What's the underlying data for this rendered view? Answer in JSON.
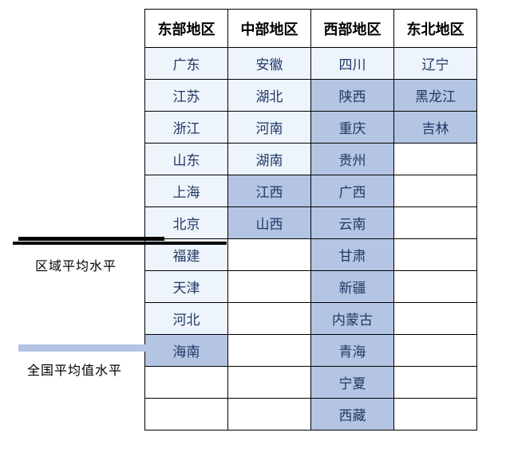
{
  "table": {
    "headers": [
      "东部地区",
      "中部地区",
      "西部地区",
      "东北地区"
    ],
    "columns": [
      {
        "name": "east",
        "header": "东部地区",
        "cells": [
          {
            "label": "广东",
            "shade": "light",
            "cut_above": false
          },
          {
            "label": "江苏",
            "shade": "light",
            "cut_above": false
          },
          {
            "label": "浙江",
            "shade": "light",
            "cut_above": false
          },
          {
            "label": "山东",
            "shade": "light",
            "cut_above": false
          },
          {
            "label": "上海",
            "shade": "light",
            "cut_above": false
          },
          {
            "label": "北京",
            "shade": "light",
            "cut_above": false
          },
          {
            "label": "福建",
            "shade": "light",
            "cut_above": true
          },
          {
            "label": "天津",
            "shade": "light",
            "cut_above": false
          },
          {
            "label": "河北",
            "shade": "light",
            "cut_above": false
          },
          {
            "label": "海南",
            "shade": "shade",
            "cut_above": false
          }
        ]
      },
      {
        "name": "central",
        "header": "中部地区",
        "cells": [
          {
            "label": "安徽",
            "shade": "light",
            "cut_above": false
          },
          {
            "label": "湖北",
            "shade": "light",
            "cut_above": false
          },
          {
            "label": "河南",
            "shade": "light",
            "cut_above": false
          },
          {
            "label": "湖南",
            "shade": "light",
            "cut_above": false
          },
          {
            "label": "江西",
            "shade": "shade",
            "cut_above": true
          },
          {
            "label": "山西",
            "shade": "shade",
            "cut_above": false
          }
        ]
      },
      {
        "name": "west",
        "header": "西部地区",
        "cells": [
          {
            "label": "四川",
            "shade": "light",
            "cut_above": false
          },
          {
            "label": "陕西",
            "shade": "shade",
            "cut_above": false
          },
          {
            "label": "重庆",
            "shade": "shade",
            "cut_above": false
          },
          {
            "label": "贵州",
            "shade": "shade",
            "cut_above": false
          },
          {
            "label": "广西",
            "shade": "shade",
            "cut_above": false
          },
          {
            "label": "云南",
            "shade": "shade",
            "cut_above": false
          },
          {
            "label": "甘肃",
            "shade": "shade",
            "cut_above": false
          },
          {
            "label": "新疆",
            "shade": "shade",
            "cut_above": true
          },
          {
            "label": "内蒙古",
            "shade": "shade",
            "cut_above": false
          },
          {
            "label": "青海",
            "shade": "shade",
            "cut_above": false
          },
          {
            "label": "宁夏",
            "shade": "shade",
            "cut_above": false
          },
          {
            "label": "西藏",
            "shade": "shade",
            "cut_above": false
          }
        ]
      },
      {
        "name": "northeast",
        "header": "东北地区",
        "cells": [
          {
            "label": "辽宁",
            "shade": "light",
            "cut_above": false
          },
          {
            "label": "黑龙江",
            "shade": "shade",
            "cut_above": true
          },
          {
            "label": "吉林",
            "shade": "shade",
            "cut_above": false
          }
        ]
      }
    ]
  },
  "annotations": {
    "region_average_label": "区域平均水平",
    "national_average_label": "全国平均值水平"
  },
  "colors": {
    "cell_light": "#eef4fb",
    "cell_shaded": "#b4c5e4",
    "text": "#1f3864",
    "border": "#000000",
    "cut_line": "#000000",
    "national_line": "#b4c5e4"
  }
}
